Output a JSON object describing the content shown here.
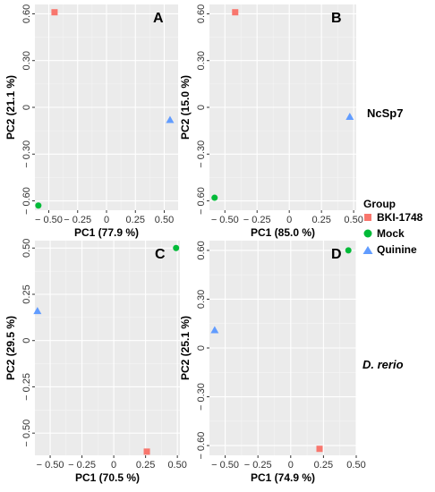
{
  "chart_data": [
    {
      "type": "scatter",
      "panel_letter": "A",
      "xlabel": "PC1 (77.9 %)",
      "ylabel": "PC2 (21.1 %)",
      "xlim": [
        -0.62,
        0.62
      ],
      "ylim": [
        -0.66,
        0.66
      ],
      "xticks": [
        -0.5,
        -0.25,
        0,
        0.25,
        0.5
      ],
      "xtick_labels": [
        "− 0.50",
        "− 0.25",
        "0",
        "0.25",
        "0.50"
      ],
      "yticks": [
        -0.6,
        -0.3,
        0,
        0.3,
        0.6
      ],
      "ytick_labels": [
        "− 0.60",
        "− 0.30",
        "0",
        "0.30",
        "0.60"
      ],
      "series": [
        {
          "name": "BKI-1748",
          "shape": "square",
          "color": "#F8766D",
          "x": [
            -0.45
          ],
          "y": [
            0.61
          ]
        },
        {
          "name": "Mock",
          "shape": "circle",
          "color": "#00BA38",
          "x": [
            -0.59
          ],
          "y": [
            -0.63
          ]
        },
        {
          "name": "Quinine",
          "shape": "triangle",
          "color": "#619CFF",
          "x": [
            0.55
          ],
          "y": [
            -0.08
          ]
        }
      ]
    },
    {
      "type": "scatter",
      "panel_letter": "B",
      "xlabel": "PC1 (85.0 %)",
      "ylabel": "PC2 (15.0 %)",
      "xlim": [
        -0.62,
        0.52
      ],
      "ylim": [
        -0.66,
        0.66
      ],
      "xticks": [
        -0.5,
        -0.25,
        0,
        0.25,
        0.5
      ],
      "xtick_labels": [
        "− 0.50",
        "− 0.25",
        "0",
        "0.25",
        "0.50"
      ],
      "yticks": [
        -0.6,
        -0.3,
        0,
        0.3,
        0.6
      ],
      "ytick_labels": [
        "− 0.60",
        "− 0.30",
        "0",
        "0.30",
        "0.60"
      ],
      "series": [
        {
          "name": "BKI-1748",
          "shape": "square",
          "color": "#F8766D",
          "x": [
            -0.42
          ],
          "y": [
            0.61
          ]
        },
        {
          "name": "Mock",
          "shape": "circle",
          "color": "#00BA38",
          "x": [
            -0.58
          ],
          "y": [
            -0.58
          ]
        },
        {
          "name": "Quinine",
          "shape": "triangle",
          "color": "#619CFF",
          "x": [
            0.47
          ],
          "y": [
            -0.06
          ]
        }
      ]
    },
    {
      "type": "scatter",
      "panel_letter": "C",
      "xlabel": "PC1 (70.5 %)",
      "ylabel": "PC2 (29.5 %)",
      "xlim": [
        -0.62,
        0.52
      ],
      "ylim": [
        -0.62,
        0.54
      ],
      "xticks": [
        -0.5,
        -0.25,
        0,
        0.25,
        0.5
      ],
      "xtick_labels": [
        "− 0.50",
        "− 0.25",
        "0",
        "0.25",
        "0.50"
      ],
      "yticks": [
        -0.5,
        -0.25,
        0,
        0.25,
        0.5
      ],
      "ytick_labels": [
        "− 0.50",
        "− 0.25",
        "0",
        "0.25",
        "0.50"
      ],
      "series": [
        {
          "name": "BKI-1748",
          "shape": "square",
          "color": "#F8766D",
          "x": [
            0.26
          ],
          "y": [
            -0.6
          ]
        },
        {
          "name": "Mock",
          "shape": "circle",
          "color": "#00BA38",
          "x": [
            0.49
          ],
          "y": [
            0.5
          ]
        },
        {
          "name": "Quinine",
          "shape": "triangle",
          "color": "#619CFF",
          "x": [
            -0.6
          ],
          "y": [
            0.16
          ]
        }
      ]
    },
    {
      "type": "scatter",
      "panel_letter": "D",
      "xlabel": "PC1 (74.9 %)",
      "ylabel": "PC2 (25.1 %)",
      "xlim": [
        -0.62,
        0.5
      ],
      "ylim": [
        -0.66,
        0.66
      ],
      "xticks": [
        -0.5,
        -0.25,
        0,
        0.25,
        0.5
      ],
      "xtick_labels": [
        "− 0.50",
        "− 0.25",
        "0",
        "0.25",
        "0.50"
      ],
      "yticks": [
        -0.6,
        -0.3,
        0,
        0.3,
        0.6
      ],
      "ytick_labels": [
        "− 0.60",
        "− 0.30",
        "0",
        "0.30",
        "0.60"
      ],
      "series": [
        {
          "name": "BKI-1748",
          "shape": "square",
          "color": "#F8766D",
          "x": [
            0.22
          ],
          "y": [
            -0.62
          ]
        },
        {
          "name": "Mock",
          "shape": "circle",
          "color": "#00BA38",
          "x": [
            0.44
          ],
          "y": [
            0.6
          ]
        },
        {
          "name": "Quinine",
          "shape": "triangle",
          "color": "#619CFF",
          "x": [
            -0.58
          ],
          "y": [
            0.11
          ]
        }
      ]
    }
  ],
  "row_labels": [
    "NcSp7",
    "D. rerio"
  ],
  "legend": {
    "title": "Group",
    "items": [
      {
        "label": "BKI-1748",
        "shape": "square",
        "color": "#F8766D"
      },
      {
        "label": "Mock",
        "shape": "circle",
        "color": "#00BA38"
      },
      {
        "label": "Quinine",
        "shape": "triangle",
        "color": "#619CFF"
      }
    ]
  },
  "colors": {
    "panel_background": "#EBEBEB",
    "grid_major": "#FFFFFF",
    "grid_minor": "#F5F5F5"
  }
}
